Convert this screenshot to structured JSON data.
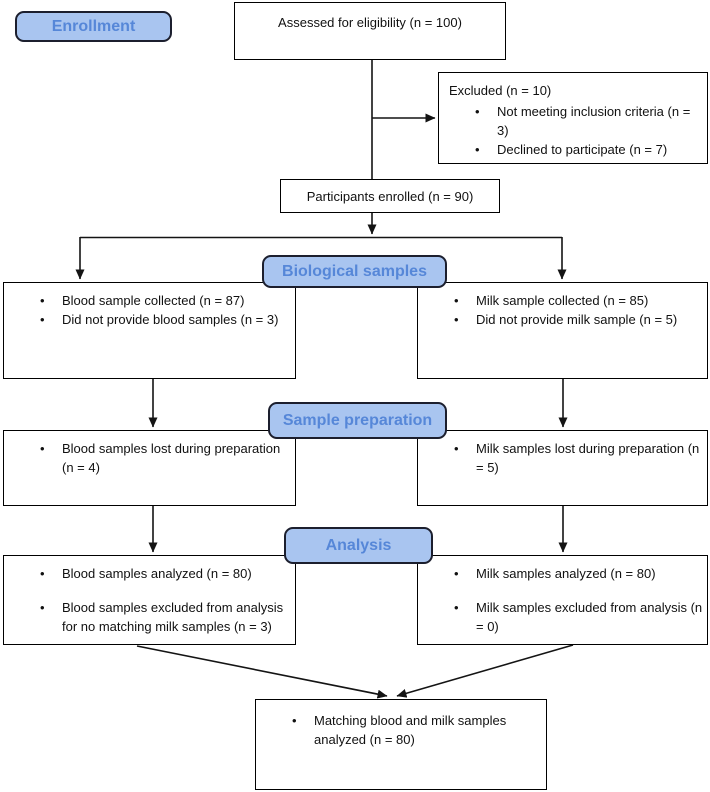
{
  "diagram": {
    "stages": [
      {
        "label": "Enrollment"
      },
      {
        "label": "Biological samples"
      },
      {
        "label": "Sample preparation"
      },
      {
        "label": "Analysis"
      }
    ],
    "boxes": {
      "assessed": {
        "text": "Assessed for eligibility (n = 100)"
      },
      "excluded": {
        "title": "Excluded (n = 10)",
        "bullets": [
          "Not meeting inclusion criteria (n = 3)",
          "Declined to participate (n = 7)"
        ]
      },
      "enrolled": {
        "text": "Participants enrolled (n = 90)"
      },
      "blood_collected": {
        "bullets": [
          "Blood sample collected (n = 87)",
          "Did not provide blood samples (n = 3)"
        ]
      },
      "milk_collected": {
        "bullets": [
          "Milk sample collected (n = 85)",
          "Did not provide milk sample (n = 5)"
        ]
      },
      "blood_lost": {
        "bullets": [
          "Blood samples lost during preparation (n = 4)"
        ]
      },
      "milk_lost": {
        "bullets": [
          "Milk samples lost during preparation (n = 5)"
        ]
      },
      "blood_analyzed": {
        "bullets": [
          "Blood samples analyzed (n = 80)",
          "Blood samples excluded from analysis for no matching milk samples (n = 3)"
        ]
      },
      "milk_analyzed": {
        "bullets": [
          "Milk samples analyzed (n = 80)",
          "Milk samples excluded from analysis (n = 0)"
        ]
      },
      "matching": {
        "bullets": [
          "Matching blood and milk samples analyzed (n = 80)"
        ]
      }
    },
    "colors": {
      "badge_fill": "#a9c5f0",
      "badge_text": "#5687d8",
      "badge_border": "#1c1f2e",
      "box_border": "#000000",
      "arrow": "#141414"
    }
  }
}
